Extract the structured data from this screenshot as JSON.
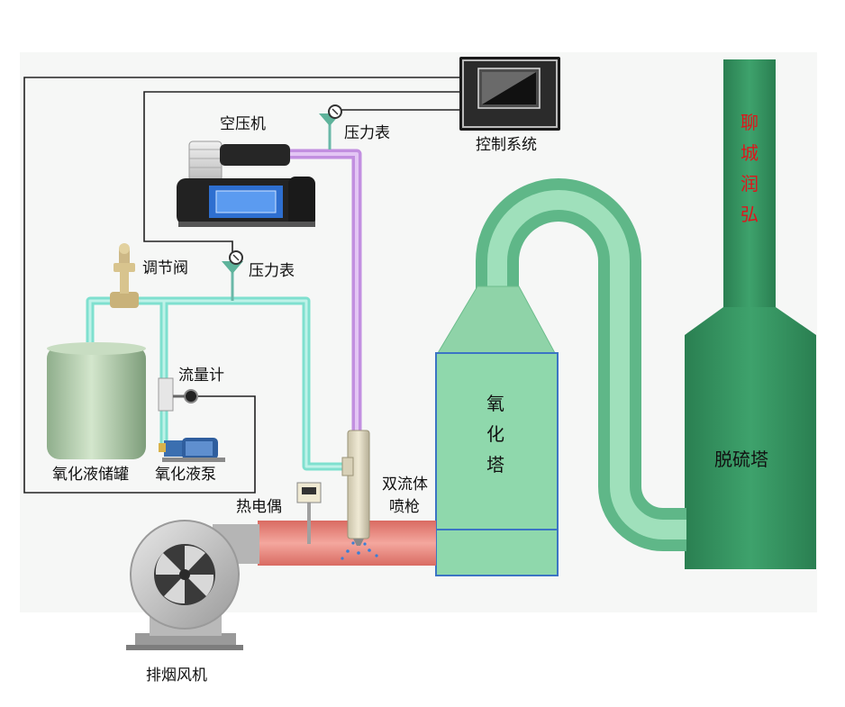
{
  "labels": {
    "control_system": "控制系统",
    "air_compressor": "空压机",
    "pressure_gauge_top": "压力表",
    "pressure_gauge_mid": "压力表",
    "regulating_valve": "调节阀",
    "flow_meter": "流量计",
    "storage_tank": "氧化液储罐",
    "oxidant_pump": "氧化液泵",
    "thermocouple": "热电偶",
    "nozzle_line1": "双流体",
    "nozzle_line2": "喷枪",
    "exhaust_fan": "排烟风机",
    "desulfurization_tower": "脱硫塔"
  },
  "oxidation_tower": [
    "氧",
    "化",
    "塔"
  ],
  "brand": [
    "聊",
    "城",
    "润",
    "弘"
  ],
  "colors": {
    "liquid_pipe": "#7fe0cf",
    "air_pipe": "#cc99e6",
    "flue_duct": "#e8837a",
    "oxidation_tower": "#8fd8ac",
    "desulfurization_tower": "#2f8f5a",
    "brand_text": "#e0141b"
  }
}
